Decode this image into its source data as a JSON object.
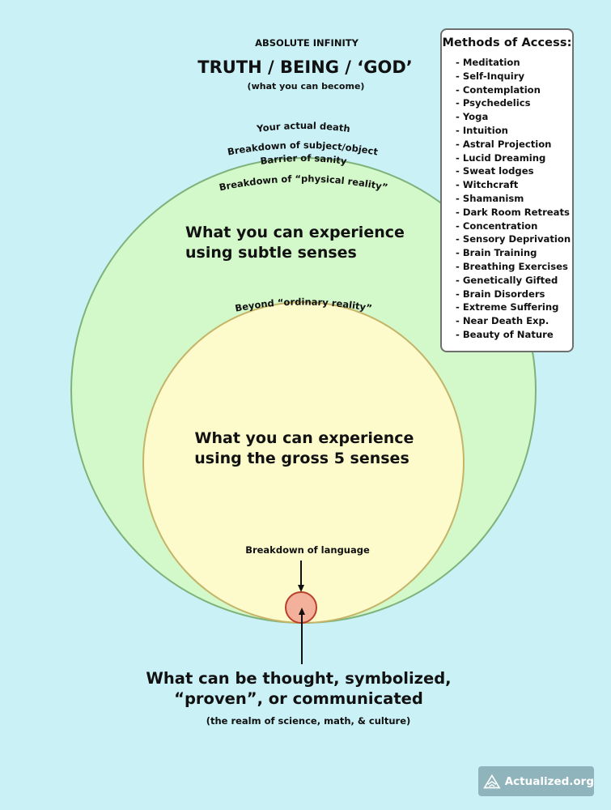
{
  "top": {
    "absolute_infinity": "ABSOLUTE INFINITY",
    "truth": "TRUTH / BEING / ‘GOD’",
    "subtitle": "(what you can become)"
  },
  "arc_labels": {
    "death": "Your actual death",
    "subject_object": "Breakdown of subject/object",
    "sanity": "Barrier of sanity",
    "physical": "Breakdown of “physical reality”",
    "ordinary": "Beyond “ordinary reality”"
  },
  "subtle": {
    "line1": "What you can experience",
    "line2": "using subtle senses"
  },
  "gross": {
    "line1": "What you can experience",
    "line2": "using the gross 5 senses"
  },
  "language": "Breakdown of language",
  "bottom": {
    "line1": "What can be thought, symbolized,",
    "line2": "“proven”, or communicated",
    "caption": "(the realm of science, math, & culture)"
  },
  "methods": {
    "title": "Methods of Access:",
    "items": [
      "- Meditation",
      "- Self-Inquiry",
      "- Contemplation",
      "- Psychedelics",
      "- Yoga",
      "- Intuition",
      "- Astral Projection",
      "- Lucid Dreaming",
      "- Sweat lodges",
      "- Witchcraft",
      "- Shamanism",
      "- Dark Room Retreats",
      "- Concentration",
      "- Sensory Deprivation",
      "- Brain Training",
      "- Breathing Exercises",
      "- Genetically Gifted",
      "- Brain Disorders",
      "- Extreme Suffering",
      "- Near Death Exp.",
      "- Beauty of Nature"
    ]
  },
  "brand": "Actualized.org",
  "colors": {
    "background": "#c9f1f6",
    "outer_circle": "#d3f8c9",
    "inner_circle": "#fdfbcc",
    "small_circle": "#f3b19c"
  }
}
